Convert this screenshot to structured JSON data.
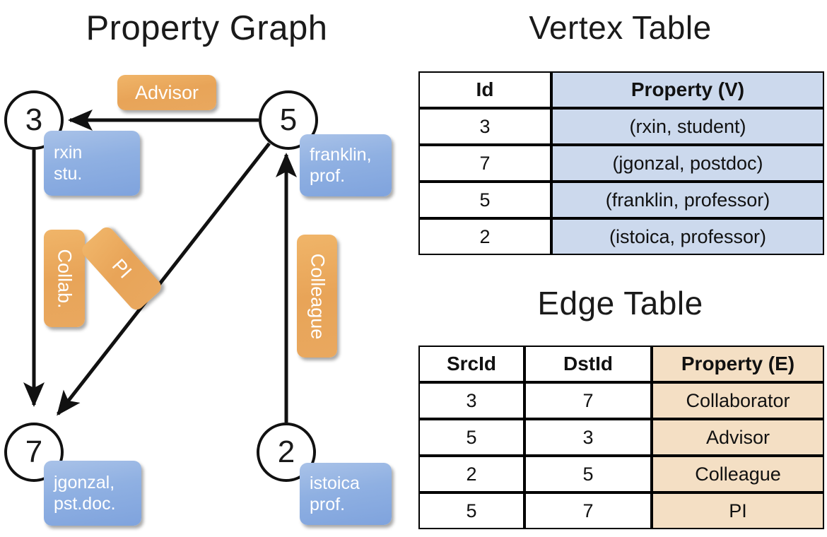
{
  "titles": {
    "property_graph": "Property Graph",
    "vertex_table": "Vertex Table",
    "edge_table": "Edge Table"
  },
  "graph": {
    "nodes": [
      {
        "id": "3",
        "property_line1": "rxin",
        "property_line2": "stu."
      },
      {
        "id": "5",
        "property_line1": "franklin,",
        "property_line2": "prof."
      },
      {
        "id": "7",
        "property_line1": "jgonzal,",
        "property_line2": "pst.doc."
      },
      {
        "id": "2",
        "property_line1": "istoica",
        "property_line2": "prof."
      }
    ],
    "edge_labels": [
      {
        "name": "advisor",
        "text": "Advisor"
      },
      {
        "name": "collab",
        "text": "Collab."
      },
      {
        "name": "pi",
        "text": "PI"
      },
      {
        "name": "colleague",
        "text": "Colleague"
      }
    ]
  },
  "vertex_table": {
    "headers": [
      "Id",
      "Property (V)"
    ],
    "rows": [
      [
        "3",
        "(rxin, student)"
      ],
      [
        "7",
        "(jgonzal, postdoc)"
      ],
      [
        "5",
        "(franklin, professor)"
      ],
      [
        "2",
        "(istoica, professor)"
      ]
    ]
  },
  "edge_table": {
    "headers": [
      "SrcId",
      "DstId",
      "Property (E)"
    ],
    "rows": [
      [
        "3",
        "7",
        "Collaborator"
      ],
      [
        "5",
        "3",
        "Advisor"
      ],
      [
        "2",
        "5",
        "Colleague"
      ],
      [
        "5",
        "7",
        "PI"
      ]
    ]
  },
  "colors": {
    "vertex_property_fill": "#ccd9ed",
    "edge_property_fill": "#f4dfc4",
    "node_badge_blue": "#8fb0e2",
    "edge_badge_orange": "#e8a458",
    "stroke": "#000000"
  }
}
